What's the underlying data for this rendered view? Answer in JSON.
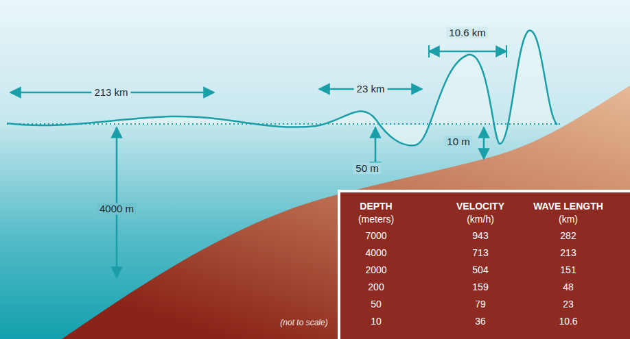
{
  "diagram": {
    "labels": [
      "213 km",
      "23 km",
      "10.6 km",
      "4000 m",
      "50 m",
      "10 m",
      "(not to scale)",
      "DEPTH",
      "VELOCITY",
      "WAVE LENGTH",
      "(meters)",
      "(km/h)",
      "(km)",
      "7000",
      "943",
      "282",
      "4000",
      "713",
      "213",
      "2000",
      "504",
      "151",
      "200",
      "159",
      "48",
      "50",
      "79",
      "23",
      "10",
      "36",
      "10.6"
    ]
  }
}
